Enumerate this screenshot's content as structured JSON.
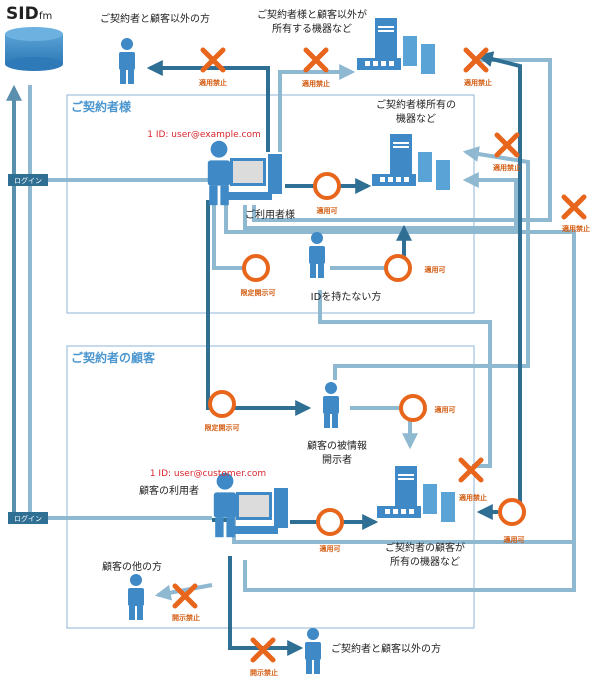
{
  "logo": {
    "main": "SID",
    "sub": "fm"
  },
  "sections": {
    "contractor": "ご契約者様",
    "customer": "ご契約者の顧客"
  },
  "labels": {
    "outsider_top": "ご契約者と顧客以外の方",
    "outsider_devices_l1": "ご契約者様と顧客以外が",
    "outsider_devices_l2": "所有する機器など",
    "contractor_devices_l1": "ご契約者様所有の",
    "contractor_devices_l2": "機器など",
    "contractor_id": "1 ID: user@example.com",
    "contractor_user": "ご利用者様",
    "no_id_person": "IDを持たない方",
    "disclosed_l1": "顧客の被情報",
    "disclosed_l2": "開示者",
    "customer_id": "1 ID: user@customer.com",
    "customer_user": "顧客の利用者",
    "customer_devices_l1": "ご契約者の顧客が",
    "customer_devices_l2": "所有の機器など",
    "customer_other": "顧客の他の方",
    "outsider_bottom": "ご契約者と顧客以外の方",
    "login": "ログイン"
  },
  "status": {
    "prohibited": "適用禁止",
    "applicable": "適用可",
    "limited": "限定開示可",
    "disclosure_prohibited": "開示禁止"
  },
  "colors": {
    "person": "#3e89c6",
    "arrow_dark": "#2f6f94",
    "arrow_light": "#8fb8d1",
    "arrow_mid": "#5b8fae",
    "cross": "#e8661c",
    "ok_ring": "#e8661c",
    "frame": "#8fb6d8",
    "section_title": "#4c97cf"
  }
}
